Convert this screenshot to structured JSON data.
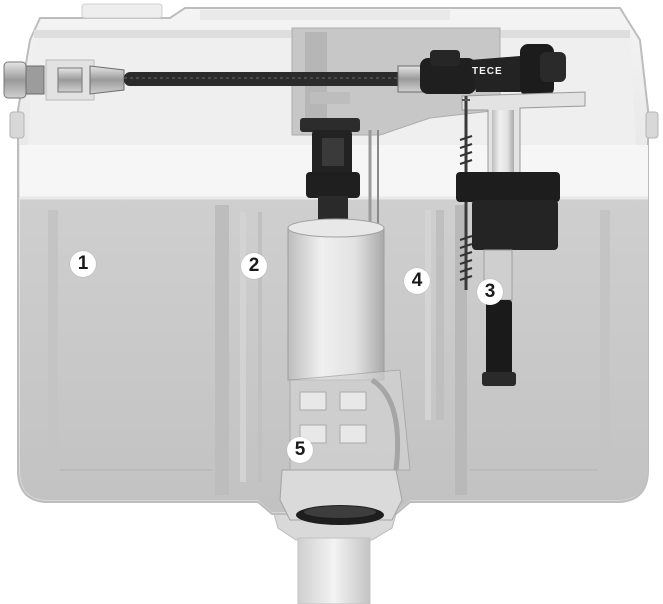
{
  "image": {
    "subject": "concealed-cistern-cutaway",
    "brand_label": "TECE",
    "callouts": [
      {
        "label": "1"
      },
      {
        "label": "2"
      },
      {
        "label": "3"
      },
      {
        "label": "4"
      },
      {
        "label": "5"
      }
    ],
    "colors": {
      "tank_body": "#dcdcdc",
      "water": "#c9c9c9",
      "valve_black": "#1f1f1f",
      "chrome": "#b8b8b8",
      "callout_bg": "#ffffff",
      "callout_text": "#1a1a1a"
    }
  }
}
